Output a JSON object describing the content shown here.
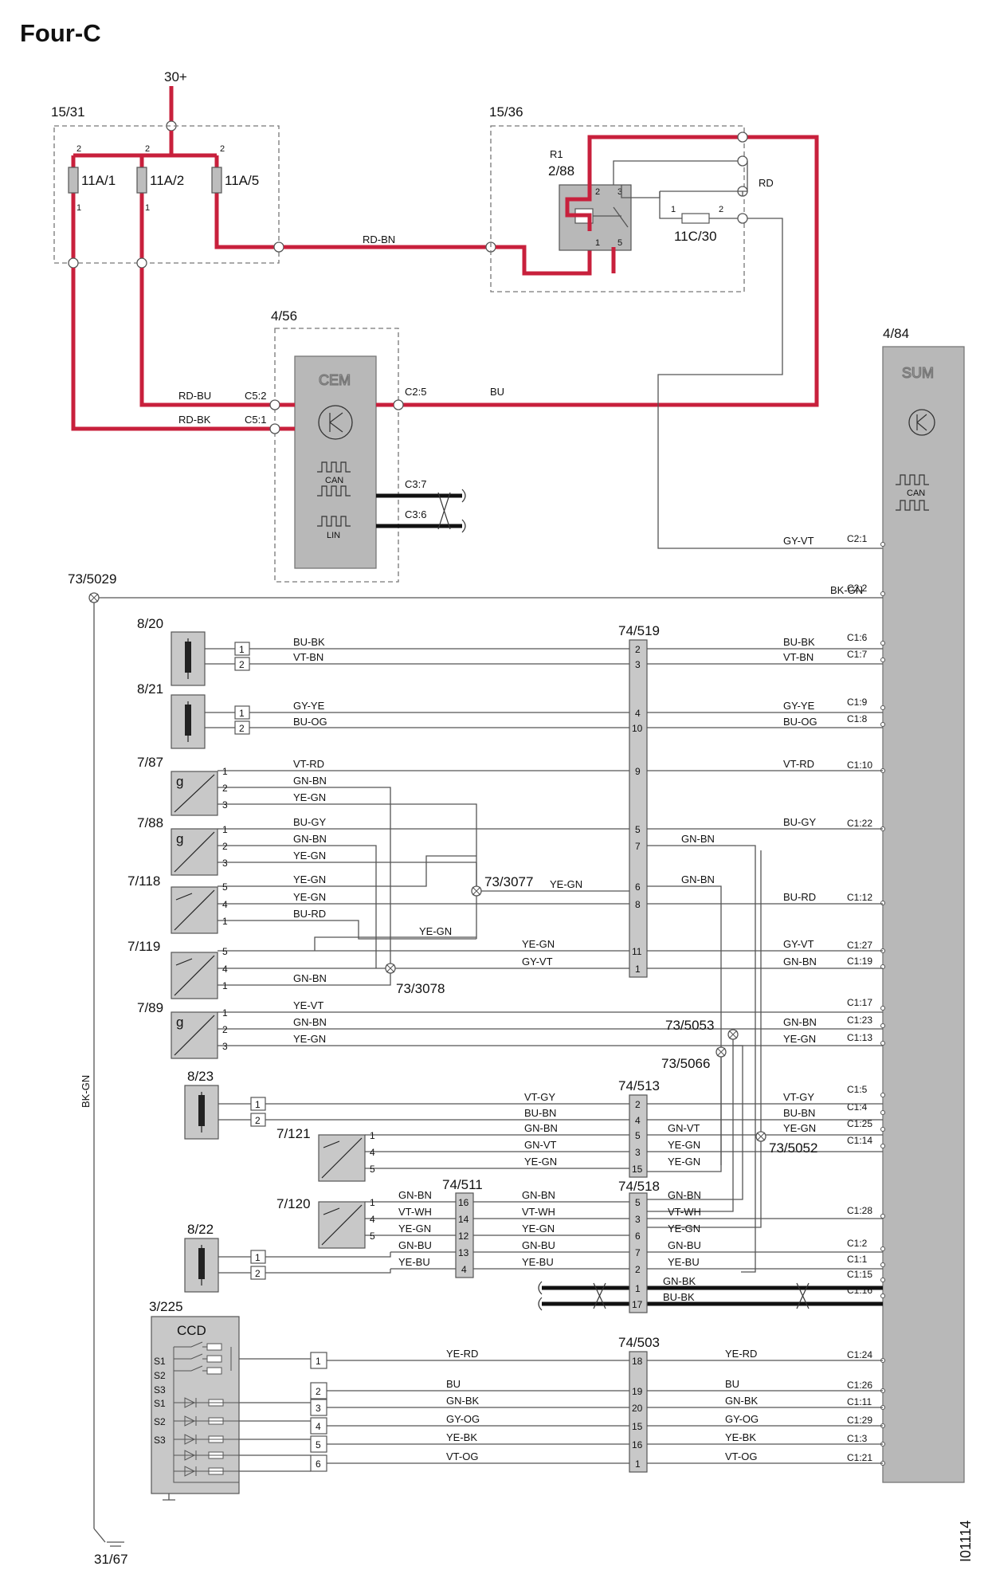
{
  "title": "Four-C",
  "image_id": "I01114",
  "colors": {
    "power": "#c8203c",
    "wire": "#555555",
    "bus": "#111111",
    "module_fill": "#b8b8b8",
    "box_border": "#777777"
  },
  "supply": {
    "label": "30+"
  },
  "ground": {
    "label": "31/67",
    "wire_color": "BK-GN",
    "splice": "73/5029"
  },
  "fusebox": {
    "id": "15/31",
    "fuses": [
      "11A/1",
      "11A/2",
      "11A/5"
    ]
  },
  "relaybox": {
    "id": "15/36",
    "relay_ref": "R1",
    "relay_id": "2/88",
    "fuse": "11C/30",
    "relay_pins": [
      "2",
      "3",
      "1",
      "5"
    ],
    "fuse_pins": [
      "1",
      "2"
    ],
    "wire_rd": "RD"
  },
  "feed_wire": "RD-BN",
  "cem": {
    "id": "4/56",
    "name": "CEM",
    "can": "CAN",
    "lin": "LIN",
    "pins": {
      "rd_bu": "C5:2",
      "rd_bk": "C5:1",
      "bu": "C2:5",
      "can_a": "C3:7",
      "can_b": "C3:6"
    },
    "wires": {
      "rd_bu": "RD-BU",
      "rd_bk": "RD-BK",
      "bu": "BU"
    }
  },
  "sum": {
    "id": "4/84",
    "name": "SUM",
    "can": "CAN",
    "pins": [
      "C2:1",
      "C2:2",
      "C1:6",
      "C1:7",
      "C1:9",
      "C1:8",
      "C1:10",
      "C1:22",
      "C1:12",
      "C1:27",
      "C1:19",
      "C1:17",
      "C1:23",
      "C1:13",
      "C1:5",
      "C1:4",
      "C1:25",
      "C1:14",
      "C1:28",
      "C1:2",
      "C1:1",
      "C1:15",
      "C1:16",
      "C1:24",
      "C1:26",
      "C1:11",
      "C1:29",
      "C1:3",
      "C1:21"
    ]
  },
  "sum_wires": {
    "c21": "GY-VT",
    "c22": "BK-GN"
  },
  "components": {
    "s820": "8/20",
    "s821": "8/21",
    "s787": "7/87",
    "s788": "7/88",
    "s7118": "7/118",
    "s7119": "7/119",
    "s789": "7/89",
    "s823": "8/23",
    "s7121": "7/121",
    "s7120": "7/120",
    "s822": "8/22",
    "ccd": "3/225"
  },
  "splices": {
    "a": "73/3077",
    "b": "73/3078",
    "c": "73/5053",
    "d": "73/5066",
    "e": "73/5052"
  },
  "connectors": {
    "c519": "74/519",
    "c513": "74/513",
    "c511": "74/511",
    "c518": "74/518",
    "c503": "74/503"
  },
  "ccd": {
    "name": "CCD",
    "switch_labels": [
      "S1",
      "S2",
      "S3",
      "S1",
      "S2",
      "S3"
    ]
  },
  "wire_labels": [
    {
      "id": "w1",
      "text": "BU-BK"
    },
    {
      "id": "w2",
      "text": "VT-BN"
    },
    {
      "id": "w3",
      "text": "BU-BK"
    },
    {
      "id": "w4",
      "text": "VT-BN"
    },
    {
      "id": "w5",
      "text": "GY-YE"
    },
    {
      "id": "w6",
      "text": "BU-OG"
    },
    {
      "id": "w7",
      "text": "GY-YE"
    },
    {
      "id": "w8",
      "text": "BU-OG"
    },
    {
      "id": "w9",
      "text": "VT-RD"
    },
    {
      "id": "w10",
      "text": "GN-BN"
    },
    {
      "id": "w11",
      "text": "YE-GN"
    },
    {
      "id": "w12",
      "text": "VT-RD"
    },
    {
      "id": "w13",
      "text": "BU-GY"
    },
    {
      "id": "w14",
      "text": "GN-BN"
    },
    {
      "id": "w15",
      "text": "YE-GN"
    },
    {
      "id": "w16",
      "text": "BU-GY"
    },
    {
      "id": "w17",
      "text": "YE-GN"
    },
    {
      "id": "w18",
      "text": "YE-GN"
    },
    {
      "id": "w19",
      "text": "BU-RD"
    },
    {
      "id": "w20",
      "text": "GN-BN"
    },
    {
      "id": "w21",
      "text": "YE-GN"
    },
    {
      "id": "w22",
      "text": "YE-GN"
    },
    {
      "id": "w23",
      "text": "BU-RD"
    },
    {
      "id": "w24",
      "text": "YE-GN"
    },
    {
      "id": "w25",
      "text": "GY-VT"
    },
    {
      "id": "w26",
      "text": "GN-BN"
    },
    {
      "id": "w27",
      "text": "GN-BN"
    },
    {
      "id": "w28",
      "text": "GY-VT"
    },
    {
      "id": "w29",
      "text": "GN-BN"
    },
    {
      "id": "w30",
      "text": "YE-VT"
    },
    {
      "id": "w31",
      "text": "GN-BN"
    },
    {
      "id": "w32",
      "text": "YE-GN"
    },
    {
      "id": "w33",
      "text": "GN-BN"
    },
    {
      "id": "w34",
      "text": "YE-GN"
    },
    {
      "id": "w35",
      "text": "VT-GY"
    },
    {
      "id": "w36",
      "text": "BU-BN"
    },
    {
      "id": "w37",
      "text": "GN-BN"
    },
    {
      "id": "w38",
      "text": "GN-VT"
    },
    {
      "id": "w39",
      "text": "YE-GN"
    },
    {
      "id": "w40",
      "text": "VT-GY"
    },
    {
      "id": "w41",
      "text": "BU-BN"
    },
    {
      "id": "w42",
      "text": "YE-GN"
    },
    {
      "id": "w43",
      "text": "GN-VT"
    },
    {
      "id": "w44",
      "text": "YE-GN"
    },
    {
      "id": "w45",
      "text": "YE-GN"
    },
    {
      "id": "w46",
      "text": "GN-BN"
    },
    {
      "id": "w47",
      "text": "VT-WH"
    },
    {
      "id": "w48",
      "text": "YE-GN"
    },
    {
      "id": "w49",
      "text": "GN-BU"
    },
    {
      "id": "w50",
      "text": "YE-BU"
    },
    {
      "id": "w51",
      "text": "GN-BN"
    },
    {
      "id": "w52",
      "text": "VT-WH"
    },
    {
      "id": "w53",
      "text": "YE-GN"
    },
    {
      "id": "w54",
      "text": "GN-BU"
    },
    {
      "id": "w55",
      "text": "YE-BU"
    },
    {
      "id": "w56",
      "text": "GN-BN"
    },
    {
      "id": "w57",
      "text": "VT-WH"
    },
    {
      "id": "w58",
      "text": "YE-GN"
    },
    {
      "id": "w59",
      "text": "GN-BU"
    },
    {
      "id": "w60",
      "text": "YE-BU"
    },
    {
      "id": "w61",
      "text": "GN-BK"
    },
    {
      "id": "w62",
      "text": "BU-BK"
    },
    {
      "id": "w63",
      "text": "YE-RD"
    },
    {
      "id": "w64",
      "text": "YE-RD"
    },
    {
      "id": "w65",
      "text": "BU"
    },
    {
      "id": "w66",
      "text": "BU"
    },
    {
      "id": "w67",
      "text": "GN-BK"
    },
    {
      "id": "w68",
      "text": "GN-BK"
    },
    {
      "id": "w69",
      "text": "GY-OG"
    },
    {
      "id": "w70",
      "text": "GY-OG"
    },
    {
      "id": "w71",
      "text": "YE-BK"
    },
    {
      "id": "w72",
      "text": "YE-BK"
    },
    {
      "id": "w73",
      "text": "VT-OG"
    },
    {
      "id": "w74",
      "text": "VT-OG"
    }
  ],
  "pin_labels": [
    {
      "id": "p1",
      "text": "1"
    },
    {
      "id": "p2",
      "text": "2"
    },
    {
      "id": "p3",
      "text": "1"
    },
    {
      "id": "p4",
      "text": "2"
    },
    {
      "id": "p5",
      "text": "1"
    },
    {
      "id": "p6",
      "text": "2"
    },
    {
      "id": "p7",
      "text": "3"
    },
    {
      "id": "p8",
      "text": "1"
    },
    {
      "id": "p9",
      "text": "2"
    },
    {
      "id": "p10",
      "text": "3"
    },
    {
      "id": "p11",
      "text": "5"
    },
    {
      "id": "p12",
      "text": "4"
    },
    {
      "id": "p13",
      "text": "1"
    },
    {
      "id": "p14",
      "text": "5"
    },
    {
      "id": "p15",
      "text": "4"
    },
    {
      "id": "p16",
      "text": "1"
    },
    {
      "id": "p17",
      "text": "1"
    },
    {
      "id": "p18",
      "text": "2"
    },
    {
      "id": "p19",
      "text": "3"
    },
    {
      "id": "p20",
      "text": "1"
    },
    {
      "id": "p21",
      "text": "2"
    },
    {
      "id": "p22",
      "text": "1"
    },
    {
      "id": "p23",
      "text": "4"
    },
    {
      "id": "p24",
      "text": "5"
    },
    {
      "id": "p25",
      "text": "1"
    },
    {
      "id": "p26",
      "text": "4"
    },
    {
      "id": "p27",
      "text": "5"
    },
    {
      "id": "p28",
      "text": "1"
    },
    {
      "id": "p29",
      "text": "2"
    },
    {
      "id": "p30",
      "text": "1"
    },
    {
      "id": "p31",
      "text": "2"
    },
    {
      "id": "p32",
      "text": "3"
    },
    {
      "id": "p33",
      "text": "4"
    },
    {
      "id": "p34",
      "text": "5"
    },
    {
      "id": "p35",
      "text": "6"
    },
    {
      "id": "p36",
      "text": "1"
    },
    {
      "id": "p37",
      "text": "2"
    },
    {
      "id": "p38",
      "text": "3"
    },
    {
      "id": "p39",
      "text": "4"
    },
    {
      "id": "p40",
      "text": "10"
    },
    {
      "id": "p41",
      "text": "9"
    },
    {
      "id": "p42",
      "text": "5"
    },
    {
      "id": "p43",
      "text": "7"
    },
    {
      "id": "p44",
      "text": "6"
    },
    {
      "id": "p45",
      "text": "8"
    },
    {
      "id": "p46",
      "text": "11"
    },
    {
      "id": "p47",
      "text": "1"
    },
    {
      "id": "p48",
      "text": "2"
    },
    {
      "id": "p49",
      "text": "4"
    },
    {
      "id": "p50",
      "text": "5"
    },
    {
      "id": "p51",
      "text": "3"
    },
    {
      "id": "p52",
      "text": "15"
    },
    {
      "id": "p53",
      "text": "16"
    },
    {
      "id": "p54",
      "text": "14"
    },
    {
      "id": "p55",
      "text": "12"
    },
    {
      "id": "p56",
      "text": "13"
    },
    {
      "id": "p57",
      "text": "4"
    },
    {
      "id": "p58",
      "text": "5"
    },
    {
      "id": "p59",
      "text": "3"
    },
    {
      "id": "p60",
      "text": "6"
    },
    {
      "id": "p61",
      "text": "7"
    },
    {
      "id": "p62",
      "text": "2"
    },
    {
      "id": "p63",
      "text": "1"
    },
    {
      "id": "p64",
      "text": "17"
    },
    {
      "id": "p65",
      "text": "18"
    },
    {
      "id": "p66",
      "text": "19"
    },
    {
      "id": "p67",
      "text": "20"
    },
    {
      "id": "p68",
      "text": "15"
    },
    {
      "id": "p69",
      "text": "16"
    },
    {
      "id": "p70",
      "text": "1"
    },
    {
      "id": "p71",
      "text": "2"
    },
    {
      "id": "p72",
      "text": "1"
    },
    {
      "id": "p73",
      "text": "2"
    },
    {
      "id": "p74",
      "text": "1"
    },
    {
      "id": "p75",
      "text": "2"
    }
  ]
}
